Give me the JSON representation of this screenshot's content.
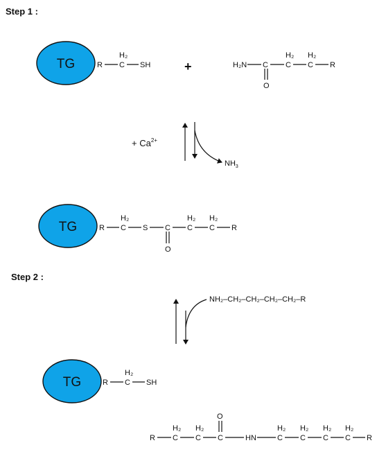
{
  "colors": {
    "enzyme_fill": "#0fa3e8",
    "ink": "#111111",
    "background": "#ffffff"
  },
  "step1": {
    "title": "Step 1 :",
    "enzyme": "TG",
    "cofactor": {
      "prefix": "+ Ca",
      "superscript": "2+"
    },
    "byproduct": {
      "main": "NH",
      "subscript": "3"
    }
  },
  "step2": {
    "title": "Step 2 :",
    "enzyme": "TG",
    "amine_chain": "NH₂–CH₂–CH₂–CH₂–CH₂–R"
  },
  "atoms": {
    "r": "R",
    "sh": "SH",
    "s": "S",
    "c": "C",
    "h2": "H₂",
    "o": "O",
    "h2n": "H₂N",
    "hn": "HN",
    "plus": "+"
  }
}
